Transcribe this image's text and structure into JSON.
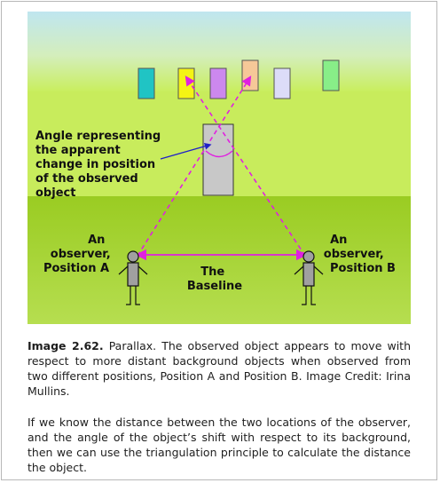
{
  "diagram": {
    "angle_label": [
      "Angle representing",
      "the apparent",
      "change in position",
      "of the observed",
      "object"
    ],
    "observer_a": [
      "An",
      "observer,",
      "Position A"
    ],
    "observer_b": [
      "An",
      "observer,",
      "Position B"
    ],
    "baseline": [
      "The",
      "Baseline"
    ],
    "colors": {
      "sky_top": "#bfe6f0",
      "ground_light": "#c9ee5e",
      "ground_dark": "#99cc22",
      "dash": "#e020e0",
      "arrow": "#2020c8",
      "object": "#c8c8c8",
      "card_colors": [
        "#20c4c4",
        "#f4f414",
        "#cc88ee",
        "#f6c898",
        "#dcdcf8",
        "#88ee88"
      ]
    }
  },
  "caption": {
    "label": "Image 2.62.",
    "text": " Parallax. The observed object appears to move with respect to more distant background objects when observed from two different positions, Position A and Position B. Image Credit: Irina Mullins."
  },
  "paragraph": "If we know the distance between the two locations of the observer, and the angle of the object’s shift with respect to its background, then we can use the triangulation principle to calculate the distance the object."
}
